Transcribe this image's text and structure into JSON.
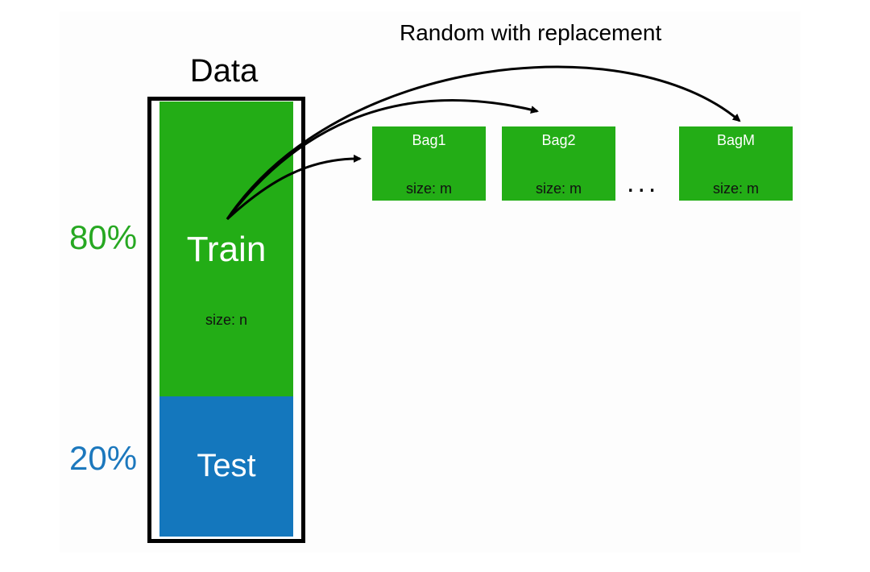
{
  "data_label": "Data",
  "train": {
    "label": "Train",
    "size": "size: n",
    "percent": "80%"
  },
  "test": {
    "label": "Test",
    "percent": "20%"
  },
  "caption": "Random with replacement",
  "bags": [
    {
      "name": "Bag1",
      "size": "size: m"
    },
    {
      "name": "Bag2",
      "size": "size: m"
    },
    {
      "name": "BagM",
      "size": "size: m"
    }
  ],
  "ellipsis": "...",
  "colors": {
    "train_green": "#23ad16",
    "test_blue": "#1477bd",
    "pct_green": "#27a822",
    "pct_blue": "#1c78bd"
  }
}
